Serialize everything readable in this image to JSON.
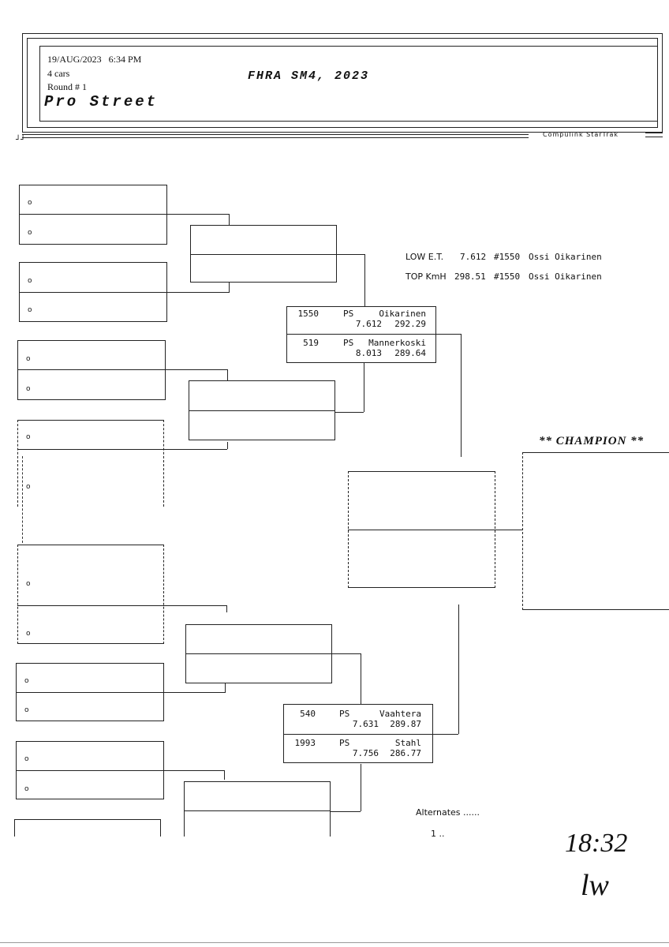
{
  "header": {
    "date_time": "19/AUG/2023   6:34 PM",
    "cars": "4 cars",
    "round": "Round # 1",
    "class_name": "Pro Street",
    "event_title": "FHRA SM4, 2023",
    "software": "Compulink StarTrak",
    "corner_mark": "┘┘"
  },
  "records": {
    "low_et": {
      "label": "LOW E.T.",
      "value": "7.612",
      "car": "#1550",
      "driver": "Ossi Oikarinen"
    },
    "top_kmh": {
      "label": "TOP KmH",
      "value": "298.51",
      "car": "#1550",
      "driver": "Ossi Oikarinen"
    }
  },
  "bracket": {
    "entry_marker": "o",
    "semi_top": {
      "lane1": {
        "number": "1550",
        "class": "PS",
        "name": "Oikarinen",
        "et": "7.612",
        "speed": "292.29"
      },
      "lane2": {
        "number": "519",
        "class": "PS",
        "name": "Mannerkoski",
        "et": "8.013",
        "speed": "289.64"
      }
    },
    "semi_bottom": {
      "lane1": {
        "number": "540",
        "class": "PS",
        "name": "Vaahtera",
        "et": "7.631",
        "speed": "289.87"
      },
      "lane2": {
        "number": "1993",
        "class": "PS",
        "name": "Stahl",
        "et": "7.756",
        "speed": "286.77"
      }
    },
    "champion_label": "** CHAMPION **"
  },
  "alternates": {
    "label": "Alternates ......",
    "first": "1 .."
  },
  "handwriting": {
    "time": "18:32",
    "initials": "lw"
  }
}
